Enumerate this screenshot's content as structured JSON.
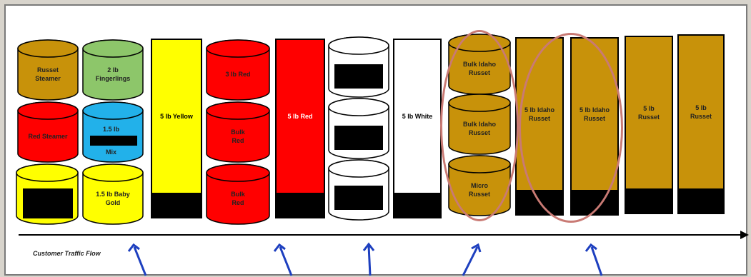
{
  "colors": {
    "russet": "#c8920a",
    "green": "#8dc66a",
    "red": "#ff0000",
    "blue": "#22b1ea",
    "yellow": "#ffff00",
    "white": "#ffffff",
    "black": "#000000",
    "highlight": "#c97a74",
    "pointer": "#1d3fbf"
  },
  "cylinders": {
    "russet_steamer": "Russet\nSteamer",
    "fingerlings": "2 lb\nFingerlings",
    "red_steamer": "Red Steamer",
    "mix_top": "1.5 lb",
    "mix_bottom": "Mix",
    "baby_gold": "1.5 lb Baby\nGold",
    "red_3lb": "3 lb Red",
    "bulk_red_1": "Bulk\nRed",
    "bulk_red_2": "Bulk\nRed",
    "bulk_idaho_1": "Bulk Idaho\nRusset",
    "bulk_idaho_2": "Bulk Idaho\nRusset",
    "micro_russet": "Micro\nRusset"
  },
  "bars": {
    "yellow_5lb": "5 lb Yellow",
    "red_5lb": "5 lb Red",
    "white_5lb": "5 lb White",
    "idaho_1": "5 lb Idaho\nRusset",
    "idaho_2": "5 lb Idaho\nRusset",
    "russet_1": "5 lb\nRusset",
    "russet_2": "5 lb\nRusset"
  },
  "flow": {
    "label": "Customer Traffic Flow"
  }
}
